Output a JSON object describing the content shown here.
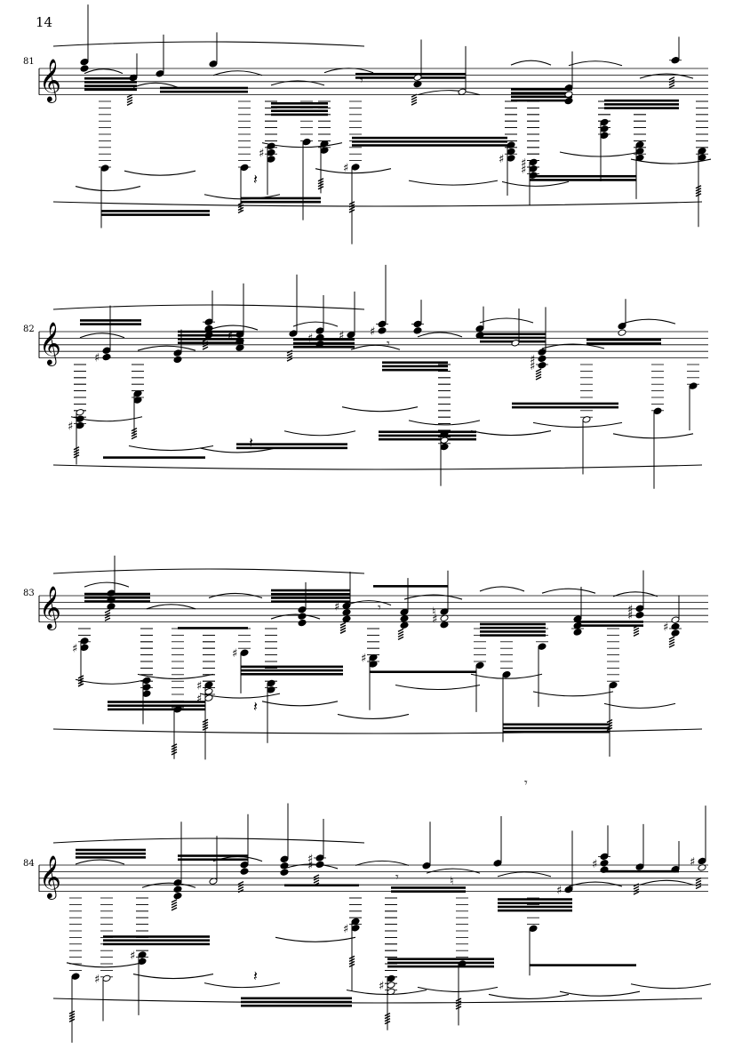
{
  "page": {
    "page_number": "14"
  },
  "systems": [
    {
      "measure": "81",
      "clef": "treble-clef-icon"
    },
    {
      "measure": "82",
      "clef": "treble-clef-icon"
    },
    {
      "measure": "83",
      "clef": "treble-clef-icon"
    },
    {
      "measure": "84",
      "clef": "treble-clef-icon"
    }
  ],
  "glyphs": {
    "treble_clef": "𝄞",
    "sharp": "♯",
    "natural": "♮",
    "quarter_rest": "𝄽",
    "eighth_rest": "𝄾"
  }
}
